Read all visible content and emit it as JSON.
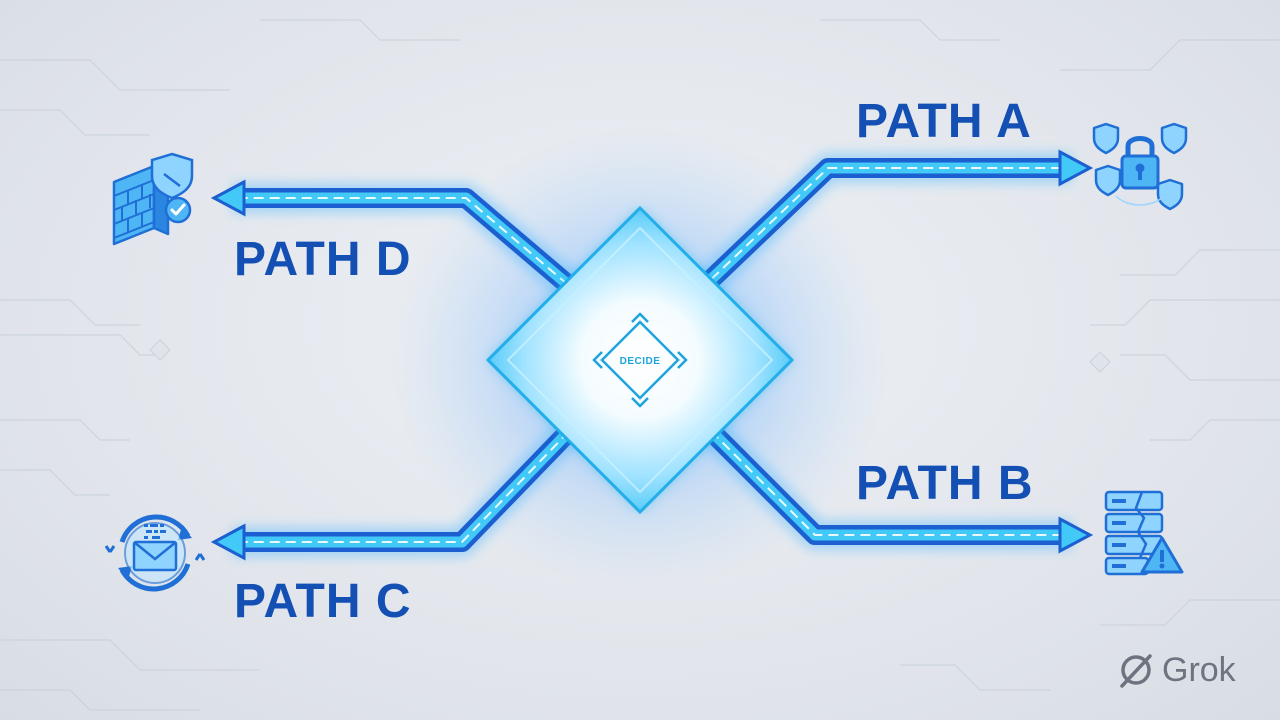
{
  "diagram": {
    "center_node": {
      "label": "DECIDE"
    },
    "paths": [
      {
        "id": "A",
        "label": "PATH A",
        "icon": "padlock-shields-icon"
      },
      {
        "id": "B",
        "label": "PATH B",
        "icon": "broken-server-warning-icon"
      },
      {
        "id": "C",
        "label": "PATH C",
        "icon": "email-refresh-icon"
      },
      {
        "id": "D",
        "label": "PATH D",
        "icon": "firewall-shield-icon"
      }
    ]
  },
  "watermark": {
    "text": "Grok"
  },
  "colors": {
    "label_blue": "#1450b4",
    "arrow_dark": "#1b5fd0",
    "arrow_light": "#3ec6f5",
    "diamond_core": "#ffffff",
    "diamond_edge": "#29b8ef",
    "background": "#e4e8ee"
  }
}
